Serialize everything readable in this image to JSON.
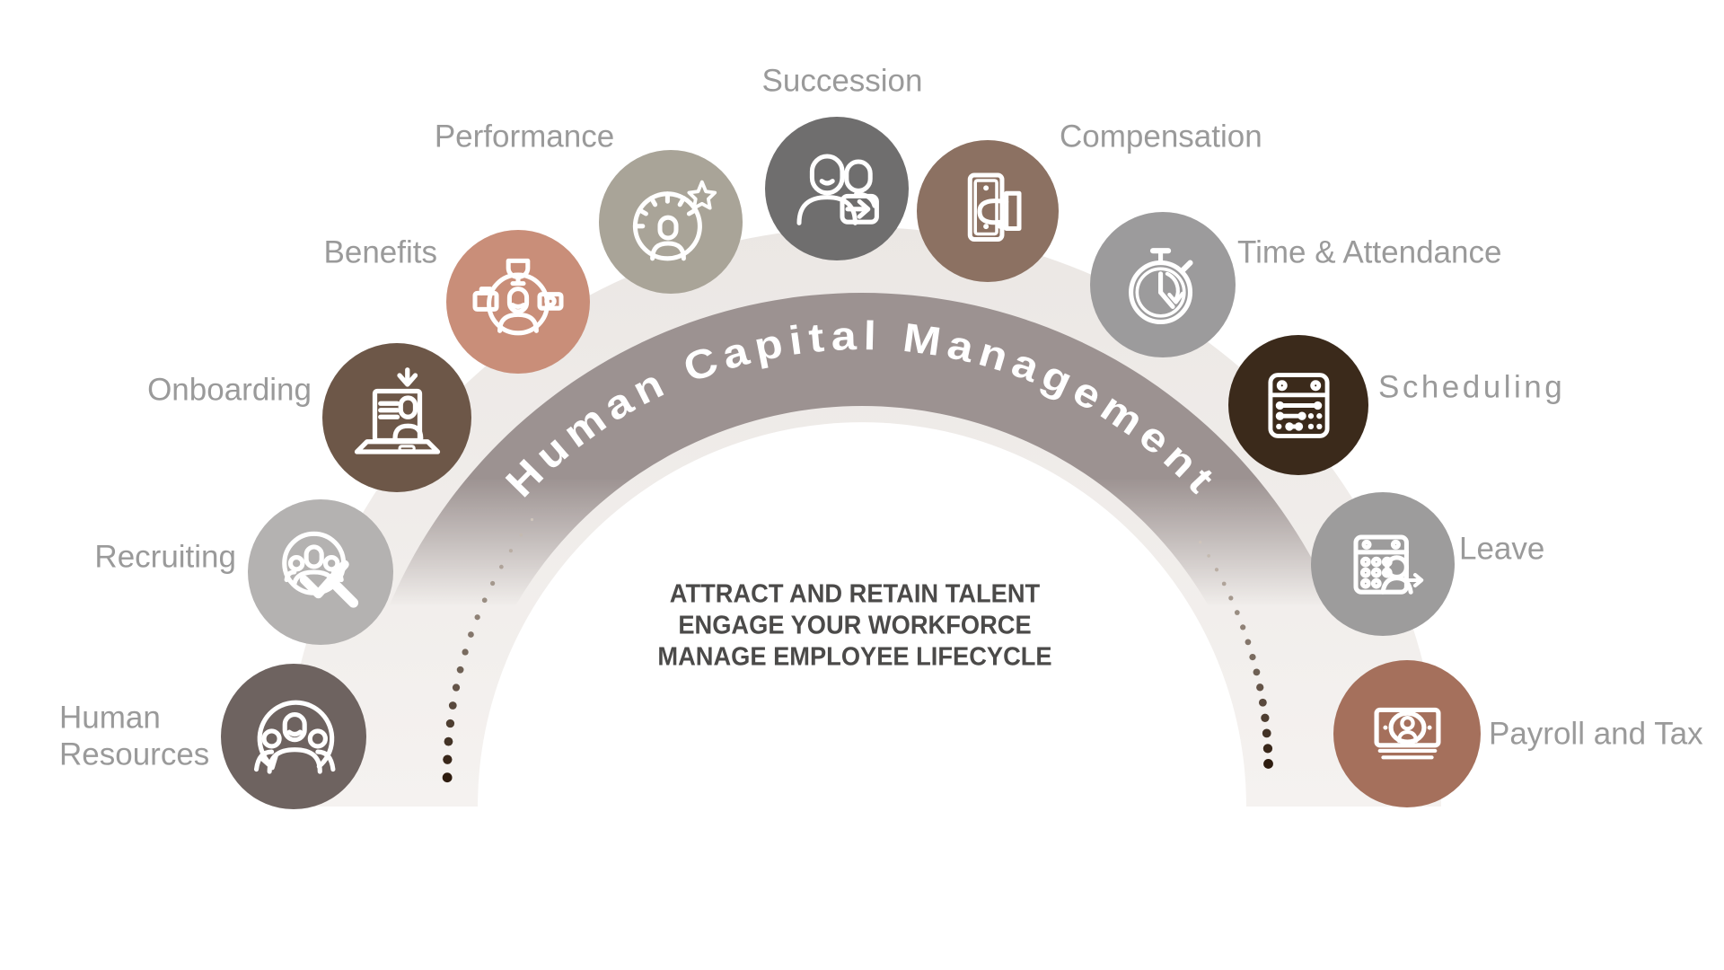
{
  "title": "Human Capital Management",
  "tagline": [
    "ATTRACT AND RETAIN TALENT",
    "ENGAGE YOUR WORKFORCE",
    "MANAGE EMPLOYEE LIFECYCLE"
  ],
  "colors": {
    "background": "#ffffff",
    "arch_band": "#9c9291",
    "arch_outer_band": "#ece8e5",
    "arch_outer_band_low": "#f5f2f0",
    "arch_title_text": "#ffffff",
    "label_text": "#9a9a9a",
    "tagline_text": "#4b4a49",
    "dot_light": "#cfc5bb",
    "dot_dark": "#2e1c0f"
  },
  "modules": [
    {
      "id": "human-resources",
      "label": "Human Resources",
      "color": "#6e6360",
      "icon": "people-group-circle-arrow-icon"
    },
    {
      "id": "recruiting",
      "label": "Recruiting",
      "color": "#b4b2b1",
      "icon": "magnifier-people-check-icon"
    },
    {
      "id": "onboarding",
      "label": "Onboarding",
      "color": "#6d5748",
      "icon": "laptop-profile-download-icon"
    },
    {
      "id": "benefits",
      "label": "Benefits",
      "color": "#c98e79",
      "icon": "person-perks-trophy-icon"
    },
    {
      "id": "performance",
      "label": "Performance",
      "color": "#a9a498",
      "icon": "gauge-person-star-icon"
    },
    {
      "id": "succession",
      "label": "Succession",
      "color": "#6f6e6e",
      "icon": "two-people-forward-arrow-icon"
    },
    {
      "id": "compensation",
      "label": "Compensation",
      "color": "#8c7162",
      "icon": "hand-holding-banknote-icon"
    },
    {
      "id": "time-attendance",
      "label": "Time & Attendance",
      "color": "#9c9b9c",
      "icon": "stopwatch-icon"
    },
    {
      "id": "scheduling",
      "label": "Scheduling",
      "color": "#3b2a1b",
      "icon": "planner-abacus-icon"
    },
    {
      "id": "leave",
      "label": "Leave",
      "color": "#9d9c9c",
      "icon": "calendar-person-arrow-icon"
    },
    {
      "id": "payroll-tax",
      "label": "Payroll and Tax",
      "color": "#a5705c",
      "icon": "banknote-person-icon"
    }
  ]
}
